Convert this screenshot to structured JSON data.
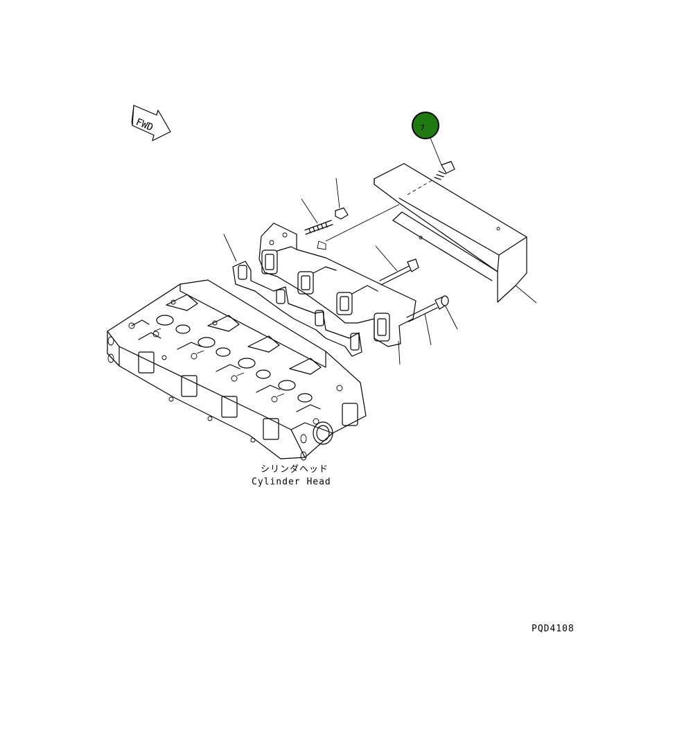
{
  "fwd_label": "FWD",
  "callout": {
    "number": "7",
    "color": "#1f7a12"
  },
  "cylinder_head": {
    "label_jp": "シリンダヘッド",
    "label_en": "Cylinder Head"
  },
  "drawing_code": "PQD4108"
}
